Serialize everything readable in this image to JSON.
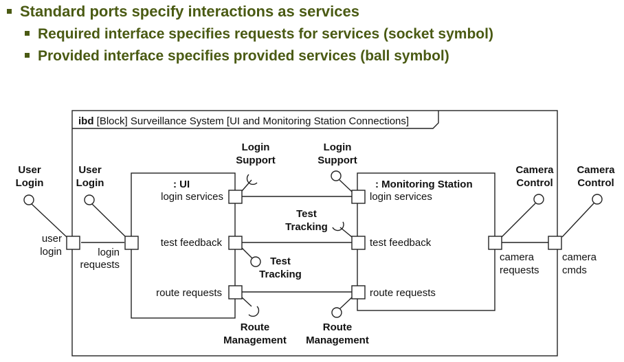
{
  "bullets": {
    "main": "Standard ports specify interactions as services",
    "required": "Required interface specifies requests for services (socket symbol)",
    "provided": "Provided interface specifies provided services (ball symbol)"
  },
  "diagram": {
    "frame_keyword": "ibd",
    "frame_title": " [Block] Surveillance System [UI and Monitoring Station Connections]",
    "ui_block": ": UI",
    "monitoring_block": ": Monitoring Station",
    "ports": {
      "ui_login_services": "login services",
      "ui_test_feedback": "test feedback",
      "ui_route_requests": "route requests",
      "ms_login_services": "login services",
      "ms_test_feedback": "test feedback",
      "ms_route_requests": "route requests",
      "user_login_1": "user",
      "user_login_2": "login",
      "login_requests_1": "login",
      "login_requests_2": "requests",
      "camera_requests_1": "camera",
      "camera_requests_2": "requests",
      "camera_cmds_1": "camera",
      "camera_cmds_2": "cmds"
    },
    "interfaces": {
      "user_login_outer_1": "User",
      "user_login_outer_2": "Login",
      "user_login_inner_1": "User",
      "user_login_inner_2": "Login",
      "login_support_req_1": "Login",
      "login_support_req_2": "Support",
      "login_support_prov_1": "Login",
      "login_support_prov_2": "Support",
      "test_tracking_req_1": "Test",
      "test_tracking_req_2": "Tracking",
      "test_tracking_prov_1": "Test",
      "test_tracking_prov_2": "Tracking",
      "route_mgmt_req_1": "Route",
      "route_mgmt_req_2": "Management",
      "route_mgmt_prov_1": "Route",
      "route_mgmt_prov_2": "Management",
      "camera_control_inner_1": "Camera",
      "camera_control_inner_2": "Control",
      "camera_control_outer_1": "Camera",
      "camera_control_outer_2": "Control"
    }
  }
}
